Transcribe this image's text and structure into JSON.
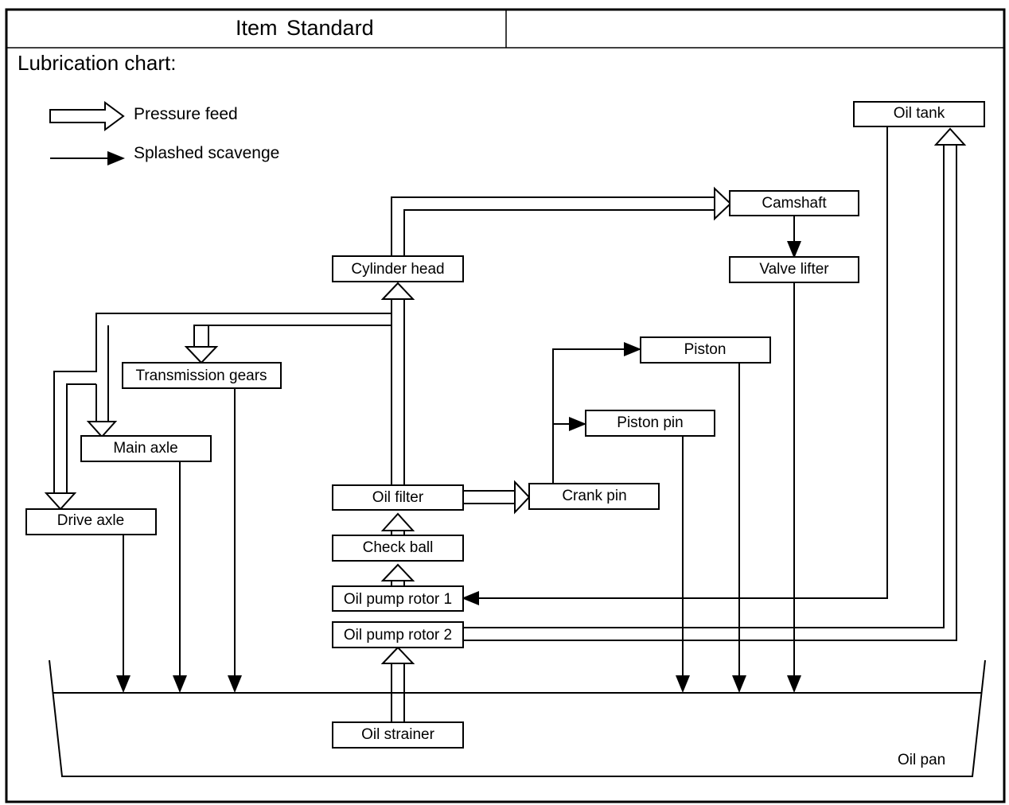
{
  "header": {
    "item_label": "Item",
    "standard_label": "Standard",
    "right_cell": ""
  },
  "title": "Lubrication chart:",
  "legend": {
    "pressure_feed": "Pressure feed",
    "splashed_scavenge": "Splashed scavenge"
  },
  "nodes": {
    "oil_tank": "Oil tank",
    "camshaft": "Camshaft",
    "valve_lifter": "Valve lifter",
    "cylinder_head": "Cylinder head",
    "piston": "Piston",
    "transmission_gears": "Transmission gears",
    "piston_pin": "Piston pin",
    "main_axle": "Main axle",
    "oil_filter": "Oil filter",
    "crank_pin": "Crank pin",
    "drive_axle": "Drive axle",
    "check_ball": "Check ball",
    "oil_pump_rotor_1": "Oil pump rotor 1",
    "oil_pump_rotor_2": "Oil pump rotor 2",
    "oil_strainer": "Oil strainer",
    "oil_pan": "Oil pan"
  }
}
